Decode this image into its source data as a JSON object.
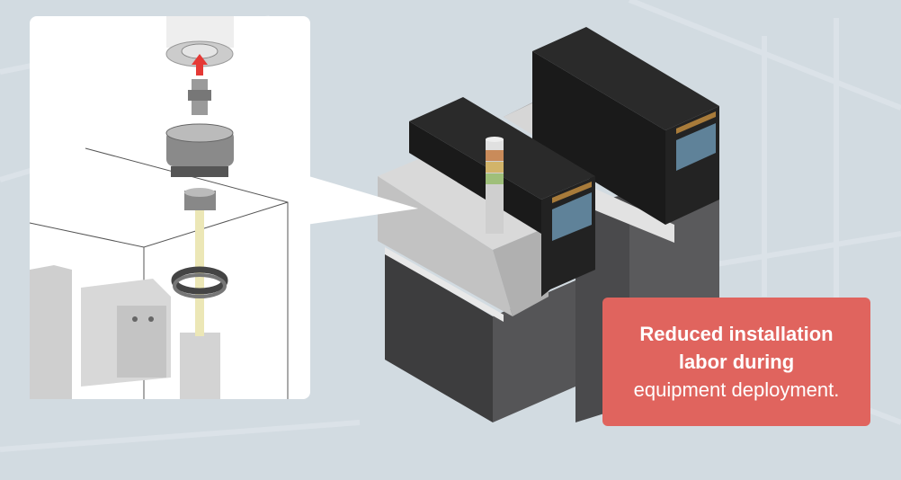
{
  "callout": {
    "line1": "Reduced installation",
    "line2": "labor during",
    "line3": "equipment deployment."
  },
  "colors": {
    "background": "#d2dbe1",
    "callout": "#e0645e",
    "arrow": "#e53935",
    "machine_black": "#1e1e1e",
    "machine_gray": "#c9c9c9",
    "screen": "#5f8299",
    "amber_strip": "#a87b3a"
  }
}
